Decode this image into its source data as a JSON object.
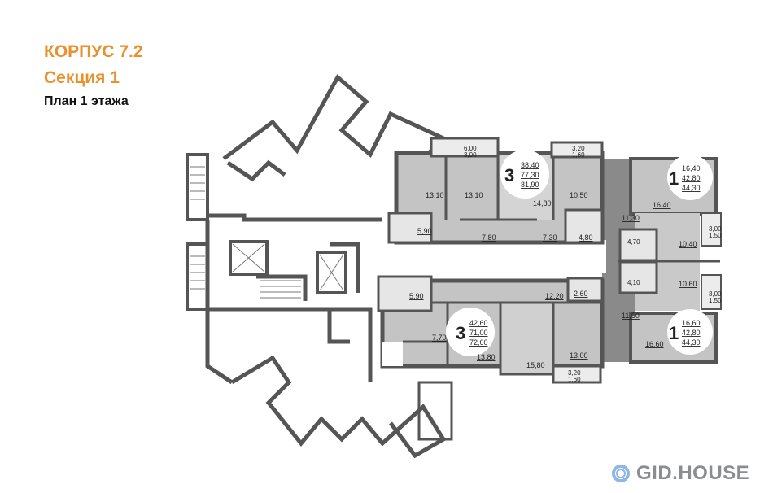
{
  "header": {
    "building": "КОРПУС 7.2",
    "section": "Секция 1",
    "plan": "План 1 этажа"
  },
  "logo": {
    "text": "GID.HOUSE",
    "icon": "concentric-circles-icon",
    "color": "#8fb6e8"
  },
  "colors": {
    "accent": "#e8912d",
    "wall": "#555555",
    "apartment": "#c9c9c9",
    "corridor": "#8a8a8a"
  },
  "apartments": [
    {
      "rooms_count": "3",
      "areas": [
        "38,40",
        "77,30",
        "81,90"
      ],
      "rooms": [
        "13,10",
        "13,10",
        "14,80",
        "10,50",
        "5,90",
        "7,80",
        "7,30",
        "4,80"
      ],
      "balconies": [
        [
          "6,00",
          "3,00"
        ],
        [
          "3,20",
          "1,60"
        ]
      ]
    },
    {
      "rooms_count": "1",
      "areas": [
        "16,40",
        "42,80",
        "44,30"
      ],
      "rooms": [
        "16,40",
        "11,30",
        "4,70",
        "10,40"
      ],
      "balconies": [
        [
          "3,00",
          "1,50"
        ]
      ]
    },
    {
      "rooms_count": "1",
      "areas": [
        "16,60",
        "42,80",
        "44,30"
      ],
      "rooms": [
        "16,60",
        "11,50",
        "4,10",
        "10,60"
      ],
      "balconies": [
        [
          "3,00",
          "1,50"
        ]
      ]
    },
    {
      "rooms_count": "3",
      "areas": [
        "42,60",
        "71,00",
        "72,60"
      ],
      "rooms": [
        "5,90",
        "7,70",
        "13,80",
        "15,80",
        "13,00",
        "12,20",
        "2,60"
      ],
      "balconies": [
        [
          "3,20",
          "1,60"
        ]
      ]
    }
  ]
}
